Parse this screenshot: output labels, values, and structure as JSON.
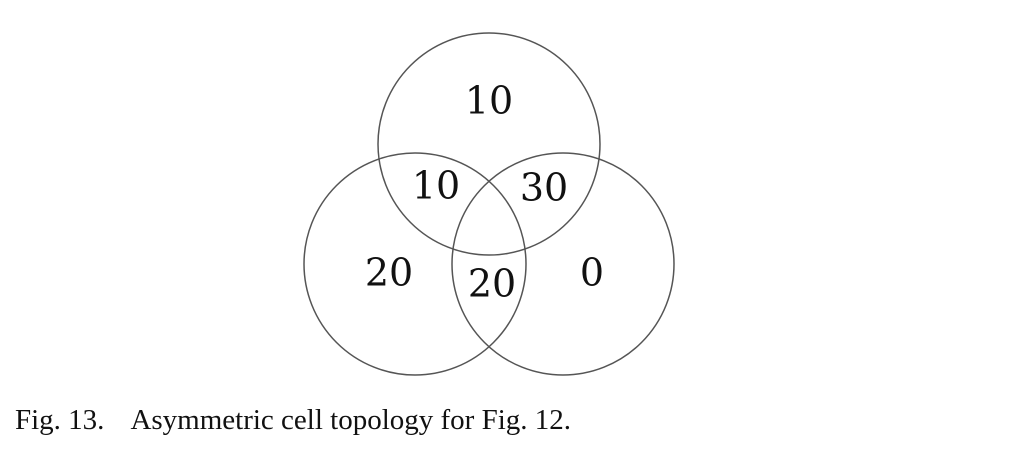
{
  "figure": {
    "regions": {
      "top_only": "10",
      "top_left": "10",
      "top_right": "30",
      "left_only": "20",
      "center_bottom": "20",
      "right_only": "0"
    },
    "caption": {
      "number": "Fig. 13.",
      "text": "Asymmetric cell topology for Fig. 12."
    }
  }
}
